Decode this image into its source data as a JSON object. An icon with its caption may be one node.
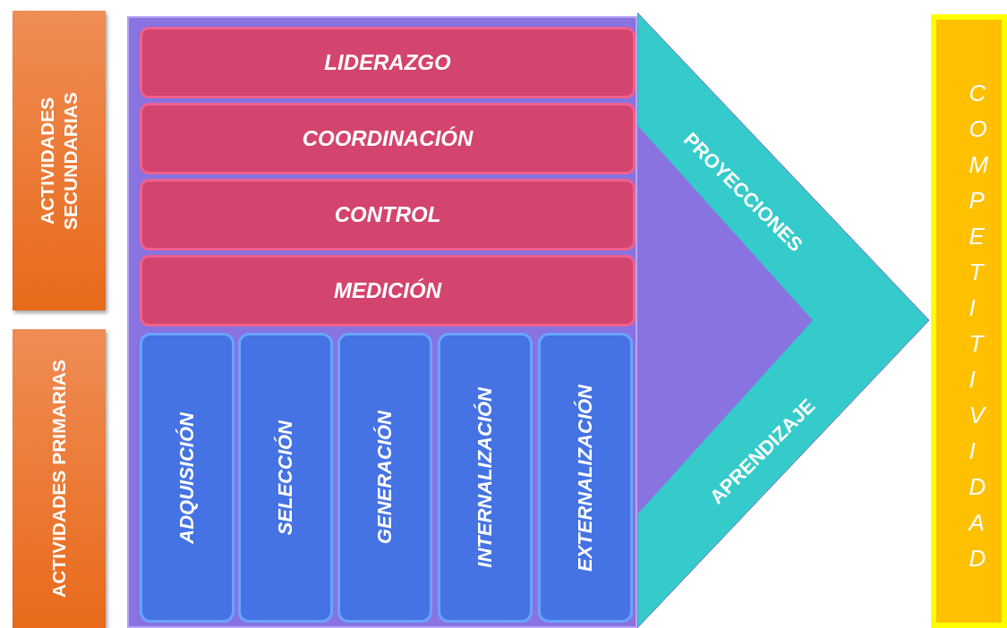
{
  "diagram": {
    "nodes": [
      {
        "text": [
          "ACTIVIDADES SECUNDARIAS"
        ]
      },
      {
        "text": [
          "ACTIVIDADES PRIMARIAS"
        ]
      },
      {
        "text": [],
        "shape": "box"
      },
      {
        "text": [
          "LIDERAZGO"
        ],
        "in": 2
      },
      {
        "text": [
          "COORDINACIÓN"
        ],
        "in": 2
      },
      {
        "text": [
          "CONTROL"
        ],
        "in": 2
      },
      {
        "text": [
          "MEDICIÓN"
        ],
        "in": 2
      },
      {
        "text": [
          "ADQUISICIÓN"
        ],
        "in": 2
      },
      {
        "text": [
          "SELECCIÓN"
        ],
        "in": 2
      },
      {
        "text": [
          "GENERACIÓN"
        ],
        "in": 2
      },
      {
        "text": [
          "INTERNALIZACIÓN"
        ],
        "in": 2
      },
      {
        "text": [
          "EXTERNALIZACIÓN"
        ],
        "in": 2
      },
      {
        "text": [
          "PROYECCIONES",
          "APRENDIZAJE"
        ]
      },
      {
        "text": [
          "COMPETITIVIDAD"
        ]
      }
    ]
  }
}
